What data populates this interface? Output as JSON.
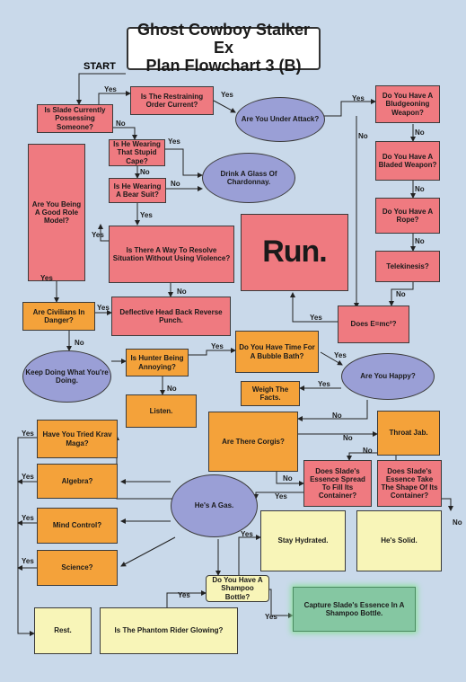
{
  "title": "Ghost Cowboy Stalker Ex\nPlan Flowchart 3 (B)",
  "start": "START",
  "nodes": {
    "possessing": "Is Slade Currently Possessing Someone?",
    "restraining": "Is The Restraining Order Current?",
    "attack": "Are You Under Attack?",
    "bludgeon": "Do You Have A Bludgeoning Weapon?",
    "bladed": "Do You Have A Bladed Weapon?",
    "rope": "Do You Have A Rope?",
    "telekinesis": "Telekinesis?",
    "emc2": "Does E=mc²?",
    "cape": "Is He Wearing That Stupid Cape?",
    "bearsuit": "Is He Wearing A Bear Suit?",
    "chardonnay": "Drink A Glass Of Chardonnay.",
    "rolemodel": "Are You Being A Good Role Model?",
    "resolve": "Is There A Way To Resolve Situation Without Using Violence?",
    "run": "Run.",
    "civilians": "Are Civilians In Danger?",
    "deflective": "Deflective Head Back Reverse Punch.",
    "keepdoing": "Keep Doing What You're Doing.",
    "hunter": "Is Hunter Being Annoying?",
    "bubblebath": "Do You Have Time For A Bubble Bath?",
    "happy": "Are You Happy?",
    "weigh": "Weigh The Facts.",
    "listen": "Listen.",
    "corgis": "Are There Corgis?",
    "throat": "Throat Jab.",
    "kravmaga": "Have You Tried Krav Maga?",
    "algebra": "Algebra?",
    "mindcontrol": "Mind Control?",
    "science": "Science?",
    "gas": "He's A Gas.",
    "spread": "Does Slade's Essence Spread To Fill Its Container?",
    "shape": "Does Slade's Essence Take The Shape Of Its Container?",
    "hydrated": "Stay Hydrated.",
    "solid": "He's Solid.",
    "shampoo": "Do You Have A Shampoo Bottle?",
    "capture": "Capture Slade's Essence In A Shampoo Bottle.",
    "rest": "Rest.",
    "phantom": "Is The Phantom Rider Glowing?"
  },
  "edge_labels": {
    "yes": "Yes",
    "no": "No"
  },
  "colors": {
    "background": "#c9d9ea",
    "red": "#ef7a80",
    "orange": "#f4a23a",
    "yellow": "#f8f5b8",
    "purple": "#9a9fd6",
    "green": "#85c7a2"
  }
}
